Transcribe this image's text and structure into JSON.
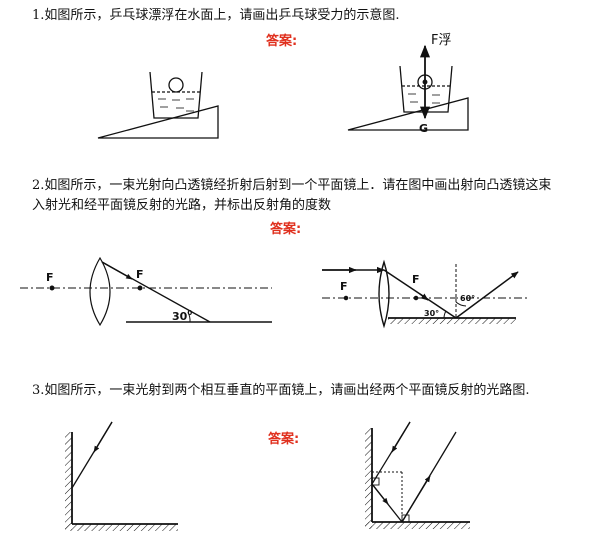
{
  "questions": [
    {
      "text": "1.如图所示，乒乓球漂浮在水面上，请画出乒乓球受力的示意图."
    },
    {
      "line1": "2.如图所示，一束光射向凸透镜经折射后射到一个平面镜上．请在图中画出射向凸透镜这束",
      "line2": "入射光和经平面镜反射的光路，并标出反射角的度数"
    },
    {
      "text": "3.如图所示，一束光射到两个相互垂直的平面镜上，请画出经两个平面镜反射的光路图."
    }
  ],
  "answer_label": "答案:",
  "labels": {
    "buoyancy": "F浮",
    "gravity": "G",
    "focus": "F",
    "angle_left": "30",
    "angle_left_sup": "0",
    "angle_right": "30°",
    "reflect_angle": "60°"
  },
  "colors": {
    "answer": "#e0301e",
    "ink": "#111111"
  }
}
